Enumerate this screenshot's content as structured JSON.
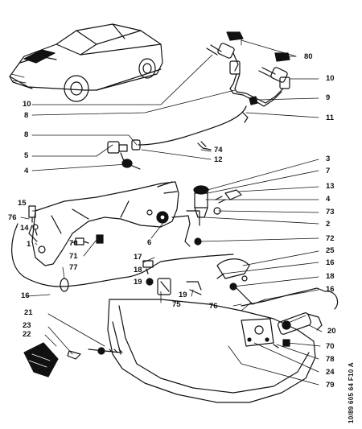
{
  "labels": {
    "n80": "80",
    "n10a": "10",
    "n10b": "10",
    "n9": "9",
    "n8a": "8",
    "n8b": "8",
    "n11": "11",
    "n74": "74",
    "n5": "5",
    "n4a": "4",
    "n12": "12",
    "n3": "3",
    "n7": "7",
    "n13": "13",
    "n4b": "4",
    "n73": "73",
    "n2": "2",
    "n72": "72",
    "n15": "15",
    "n76a": "76",
    "n14": "14",
    "n1": "1",
    "n70a": "70",
    "n71": "71",
    "n6": "6",
    "n17": "17",
    "n77": "77",
    "n18a": "18",
    "n19": "19",
    "n75": "75",
    "n25": "25",
    "n16a": "16",
    "n16b": "16",
    "n18b": "18",
    "n16c": "16",
    "n76b": "76",
    "n20": "20",
    "n21": "21",
    "n23": "23",
    "n22": "22",
    "n70b": "70",
    "n78": "78",
    "n24": "24",
    "n79": "79"
  },
  "reference": "10/89 605 64 F10 A"
}
